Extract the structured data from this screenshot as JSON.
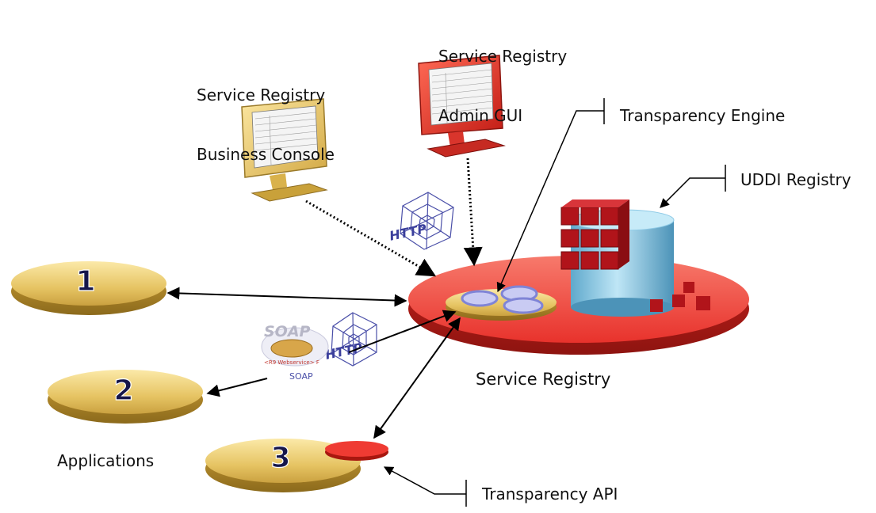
{
  "labels": {
    "business_console": [
      "Service Registry",
      "Business Console"
    ],
    "admin_gui": [
      "Service Registry",
      "Admin GUI"
    ],
    "transparency_engine": "Transparency Engine",
    "uddi_registry": "UDDI Registry",
    "service_registry": "Service Registry",
    "applications": "Applications",
    "transparency_api": "Transparency API"
  },
  "applications": [
    {
      "number": "1"
    },
    {
      "number": "2"
    },
    {
      "number": "3"
    }
  ],
  "protocols": {
    "http_top": "HTTP",
    "http_bottom": "HTTP",
    "soap_title": "SOAP",
    "soap_caption": "SOAP",
    "soap_small": "<R9 Webservice> F"
  },
  "colors": {
    "gold": "#e6c463",
    "gold_dark": "#b08a2a",
    "red": "#e8322c",
    "red_light": "#f06a5a",
    "blue": "#8ecae6",
    "cube_red": "#b1141a",
    "web_blue": "#4a4fa8"
  }
}
